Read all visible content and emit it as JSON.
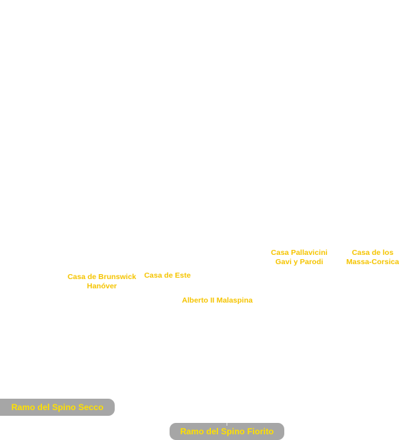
{
  "houses": {
    "pallavicini": {
      "line1": "Casa Pallavicini",
      "line2": "Gavi y Parodi"
    },
    "massa_corsica": {
      "line1": "Casa de los",
      "line2": "Massa-Corsica"
    },
    "brunswick": {
      "line1": "Casa de Brunswick",
      "line2": "Hanóver"
    },
    "este": {
      "line1": "Casa de Este"
    },
    "alberto": {
      "line1": "Alberto II Malaspina"
    }
  },
  "branches": {
    "secco": "Ramo del Spino Secco",
    "fiorito": "Ramo del Spino Fiorito"
  },
  "colors": {
    "label_text": "#f5c400",
    "branch_fill": "#a6a6a6",
    "branch_text": "#ffe000"
  }
}
